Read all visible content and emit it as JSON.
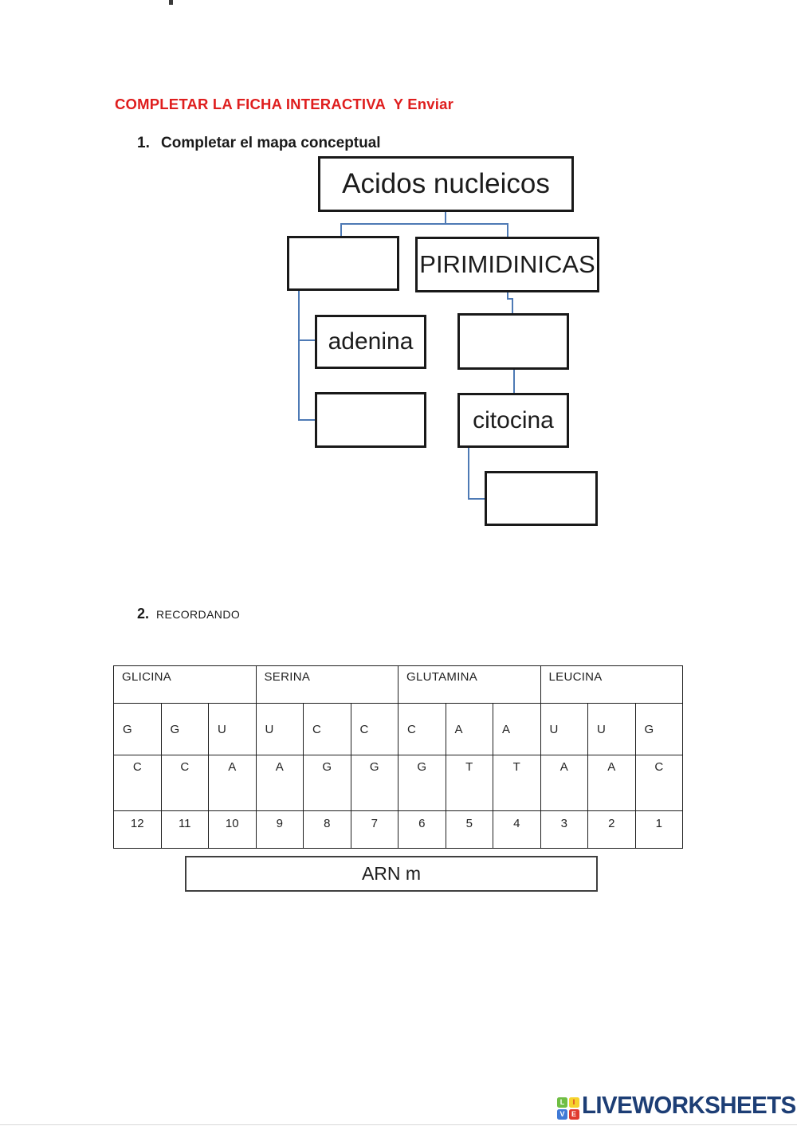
{
  "page": {
    "title": "COMPLETAR LA FICHA INTERACTIVA  Y Enviar",
    "item1": {
      "number": "1.",
      "text": "Completar el mapa conceptual"
    },
    "item2": {
      "number": "2.",
      "text": "RECORDANDO"
    }
  },
  "concept_map": {
    "root": "Acidos nucleicos",
    "blank_left": "",
    "right_child": "PIRIMIDINICAS",
    "adenina": "adenina",
    "blank_left2": "",
    "blank_right": "",
    "citocina": "citocina",
    "blank_bottom": ""
  },
  "table": {
    "headers": [
      "GLICINA",
      "SERINA",
      "GLUTAMINA",
      "LEUCINA"
    ],
    "row_arn": [
      "G",
      "G",
      "U",
      "U",
      "C",
      "C",
      "C",
      "A",
      "A",
      "U",
      "U",
      "G"
    ],
    "row_adn": [
      "C",
      "C",
      "A",
      "A",
      "G",
      "G",
      "G",
      "T",
      "T",
      "A",
      "A",
      "C"
    ],
    "row_positions": [
      "12",
      "11",
      "10",
      "9",
      "8",
      "7",
      "6",
      "5",
      "4",
      "3",
      "2",
      "1"
    ],
    "label_box": "ARN m"
  },
  "footer": {
    "logo_text": "LIVEWORKSHEETS",
    "logo_tiles": [
      {
        "letter": "L",
        "color": "#6fbe44"
      },
      {
        "letter": "I",
        "color": "#f6d32d"
      },
      {
        "letter": "V",
        "color": "#3f7ad6"
      },
      {
        "letter": "E",
        "color": "#e0392f"
      }
    ]
  },
  "colors": {
    "title_red": "#df1e1e",
    "connector_blue": "#4e7ab5",
    "brand_navy": "#1d3e75"
  }
}
